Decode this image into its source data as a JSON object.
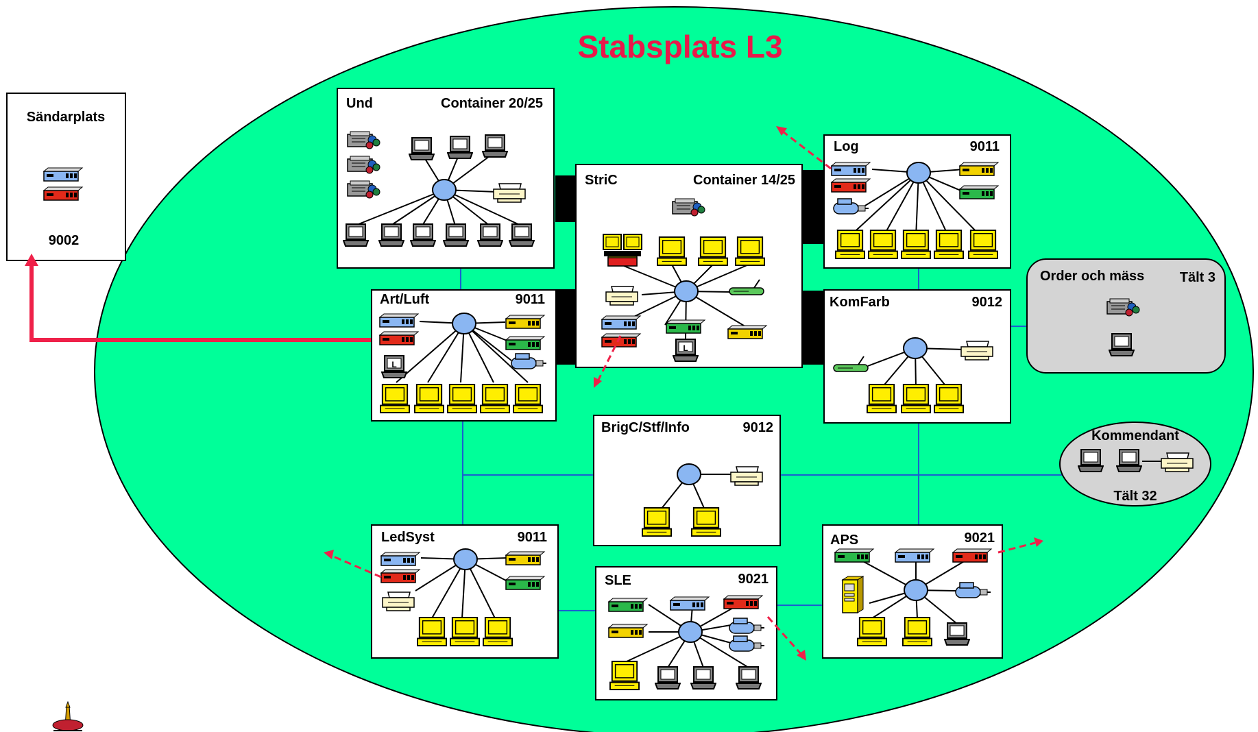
{
  "title": "Stabsplats L3",
  "colors": {
    "ellipse": "#00ff99",
    "title": "#e8194a",
    "uplink": "#ef2149",
    "lan": "#1a5fd0",
    "hub": "#8ab6f2",
    "workstation": "#ffee00",
    "laptop": "#808080",
    "box_grey": "#d4d4d4"
  },
  "sandarplats": {
    "name": "Sändarplats",
    "number": "9002"
  },
  "containers": {
    "und": {
      "name": "Und",
      "extra": "Container 20/25"
    },
    "stric": {
      "name": "StriC",
      "extra": "Container  14/25"
    },
    "log": {
      "name": "Log",
      "number": "9011"
    },
    "artluft": {
      "name": "Art/Luft",
      "number": "9011"
    },
    "komfarb": {
      "name": "KomFarb",
      "number": "9012"
    },
    "brigc": {
      "name": "BrigC/Stf/Info",
      "number": "9012"
    },
    "ledsyst": {
      "name": "LedSyst",
      "number": "9011"
    },
    "sle": {
      "name": "SLE",
      "number": "9021"
    },
    "aps": {
      "name": "APS",
      "number": "9021"
    }
  },
  "order": {
    "name": "Order och mäss",
    "tent": "Tält 3"
  },
  "kommendant": {
    "name": "Kommendant",
    "tent": "Tält 32"
  },
  "laptop_marker": "L",
  "icons": {
    "hub": "hub-icon",
    "workstation": "workstation-icon",
    "laptop": "laptop-icon",
    "printer": "printer-icon",
    "modem": "modem-icon",
    "crypto": "crypto-device-icon",
    "radio": "radio-device-icon",
    "server": "server-tower-icon",
    "emblem": "emblem-icon"
  }
}
